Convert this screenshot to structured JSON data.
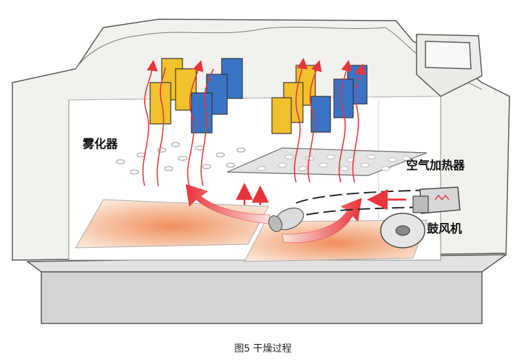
{
  "labels": {
    "atomizer": "雾化器",
    "air_heater": "空气加热器",
    "blower": "鼓风机"
  },
  "caption": "图5 干燥过程",
  "colors": {
    "specimen_yellow": "#f2c12e",
    "specimen_blue": "#3b74c4",
    "airflow_red": "#e8343a",
    "heated_floor": "#f5c7a3",
    "chamber_shell": "#ecebe8",
    "base": "#cfcfcf"
  }
}
